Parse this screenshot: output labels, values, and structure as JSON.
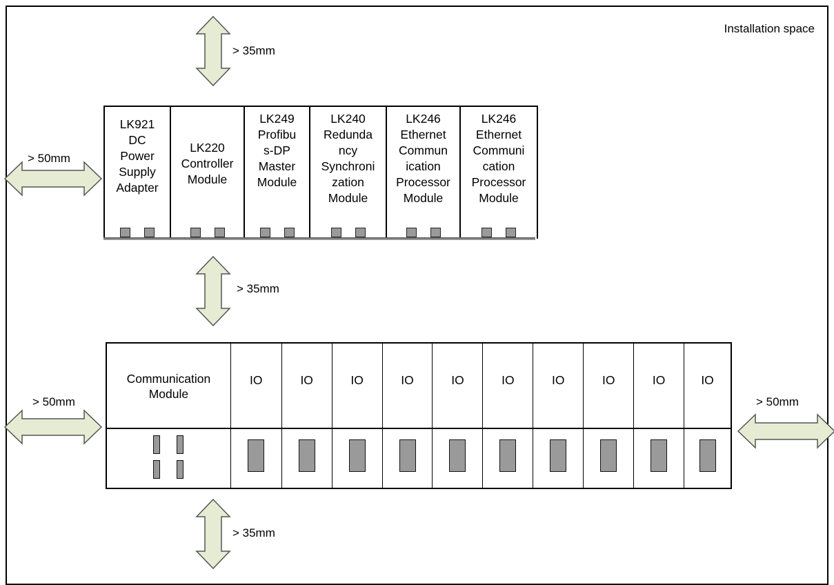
{
  "diagram": {
    "space_label": "Installation space",
    "top_modules": [
      {
        "label": "LK921\nDC\nPower\nSupply\nAdapter"
      },
      {
        "label": "LK220\nController\nModule"
      },
      {
        "label": "LK249\nProfibu\ns-DP\nMaster\nModule"
      },
      {
        "label": "LK240\nRedunda\nncy\nSynchroni\nzation\nModule"
      },
      {
        "label": "LK246\nEthernet\nCommun\nication\nProcessor\nModule"
      },
      {
        "label": "LK246\nEthernet\nCommuni\ncation\nProcessor\nModule"
      }
    ],
    "comm_module": {
      "label": "Communication\nModule"
    },
    "io_modules": [
      "IO",
      "IO",
      "IO",
      "IO",
      "IO",
      "IO",
      "IO",
      "IO",
      "IO",
      "IO"
    ],
    "distances": {
      "top": "> 35mm",
      "middle": "> 35mm",
      "bottom": "> 35mm",
      "left_top": "> 50mm",
      "left_bottom": "> 50mm",
      "right_bottom": "> 50mm"
    },
    "colors": {
      "arrow_fill": "#e6ecd3",
      "arrow_stroke": "#555555",
      "port_fill": "#9a9a9a"
    }
  }
}
